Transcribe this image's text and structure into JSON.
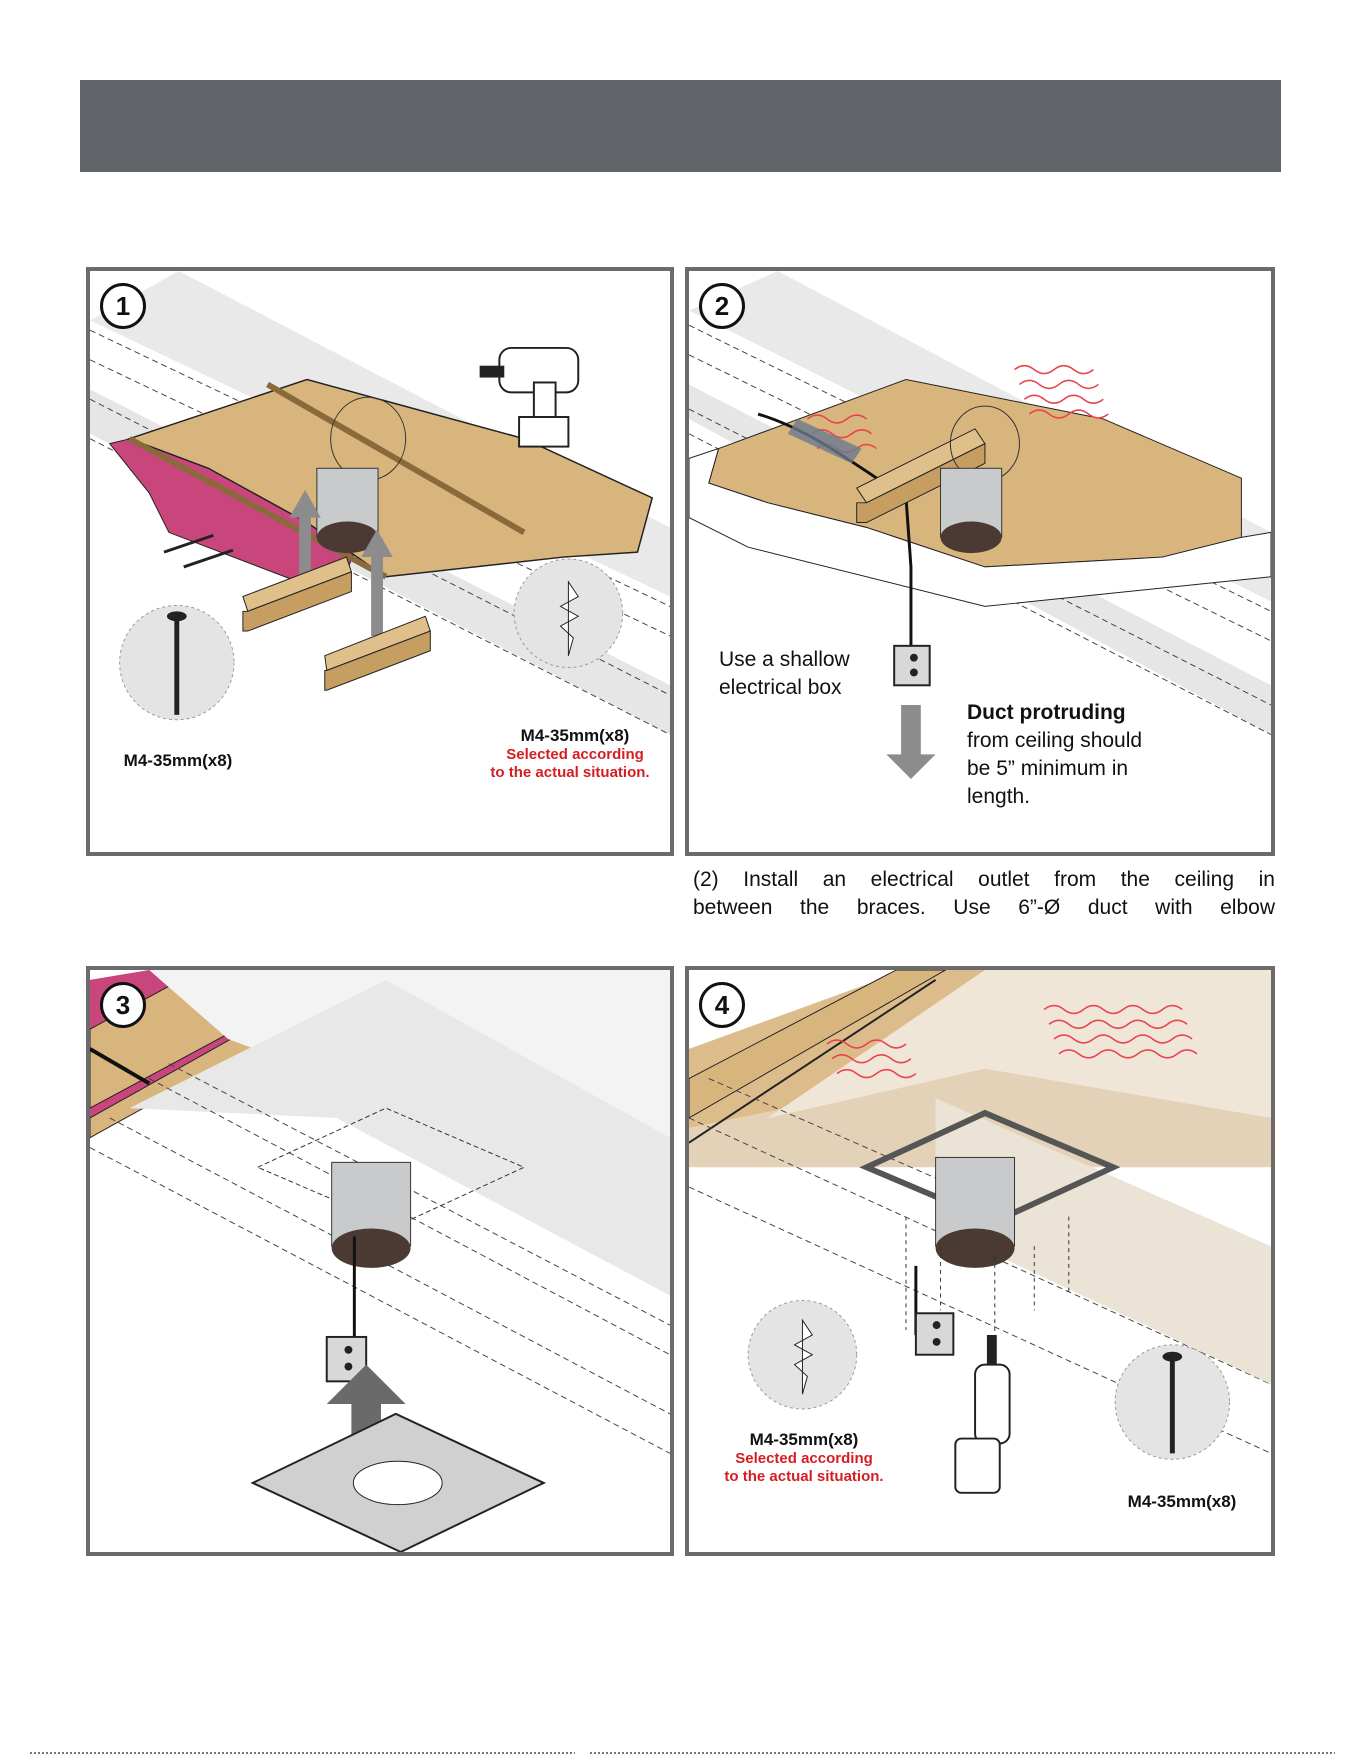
{
  "steps": [
    {
      "number": "1",
      "parts": [
        {
          "title": "M4-35mm(x8)",
          "note": ""
        },
        {
          "title": "M4-35mm(x8)",
          "note_lines": [
            "Selected according",
            "to the actual situation."
          ]
        }
      ]
    },
    {
      "number": "2",
      "callout_box": [
        "Use a shallow",
        "electrical box"
      ],
      "callout_duct": {
        "bold": "Duct protruding",
        "lines": [
          "from ceiling should",
          "be 5” minimum in",
          "length."
        ]
      }
    },
    {
      "number": "3"
    },
    {
      "number": "4",
      "parts": [
        {
          "title": "M4-35mm(x8)",
          "note_lines": [
            "Selected according",
            "to the actual situation."
          ]
        },
        {
          "title": "M4-35mm(x8)"
        }
      ]
    }
  ],
  "instructions": {
    "step2_line1": "(2) Install an electrical outlet from the ceiling in",
    "step2_line2": "between the braces.  Use 6”-Ø duct with elbow"
  },
  "colors": {
    "header": "#616469",
    "frame": "#6b6b6b",
    "wood": "#d9b57e",
    "insulation": "#c8467c",
    "duct": "#c9cacc",
    "accent_red": "#d51d24",
    "heat_lines": "#e8454f"
  }
}
